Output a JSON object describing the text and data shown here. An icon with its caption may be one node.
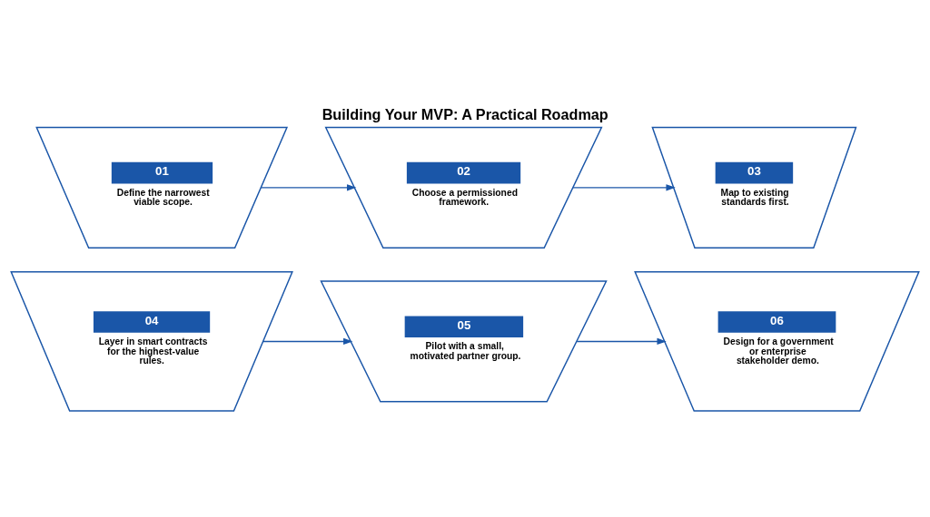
{
  "diagram": {
    "title": "Building Your MVP: A Practical Roadmap",
    "nodes": [
      {
        "text": [
          "01",
          "Define the narrowest viable scope."
        ]
      },
      {
        "text": [
          "02",
          "Choose a permissioned framework."
        ]
      },
      {
        "text": [
          "03",
          "Map to existing standards first."
        ]
      },
      {
        "text": [
          "04",
          "Layer in smart contracts for the highest-value rules."
        ]
      },
      {
        "text": [
          "05",
          "Pilot with a small, motivated partner group."
        ]
      },
      {
        "text": [
          "06",
          "Design for a government or enterprise stakeholder demo."
        ]
      }
    ],
    "edges": [
      {
        "from": 0,
        "to": 1,
        "arrow": "to"
      },
      {
        "from": 1,
        "to": 2,
        "arrow": "to"
      },
      {
        "from": 3,
        "to": 4,
        "arrow": "to"
      },
      {
        "from": 4,
        "to": 5,
        "arrow": "to"
      }
    ]
  }
}
